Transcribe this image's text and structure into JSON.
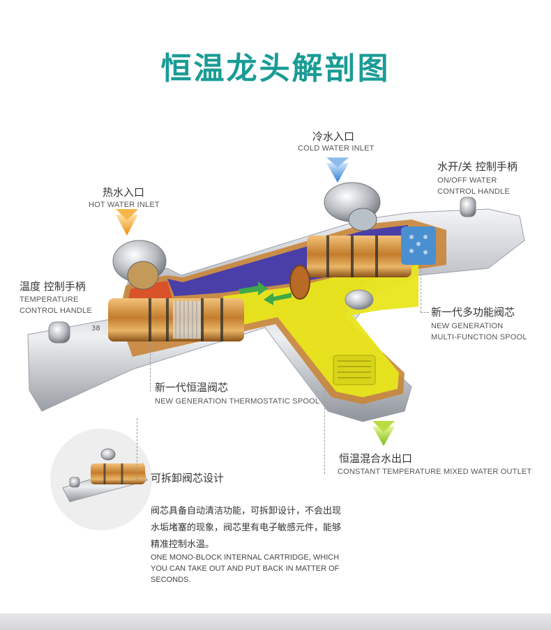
{
  "title": "恒温龙头解剖图",
  "labels": {
    "cold_inlet": {
      "zh": "冷水入口",
      "en": "COLD WATER INLET"
    },
    "hot_inlet": {
      "zh": "热水入口",
      "en": "HOT WATER INLET"
    },
    "onoff": {
      "zh": "水开/关 控制手柄",
      "en1": "ON/OFF WATER",
      "en2": "CONTROL HANDLE"
    },
    "temp": {
      "zh": "温度 控制手柄",
      "en1": "TEMPERATURE",
      "en2": "CONTROL HANDLE"
    },
    "multi_spool": {
      "zh": "新一代多功能阀芯",
      "en1": "NEW GENERATION",
      "en2": "MULTI-FUNCTION SPOOL"
    },
    "thermo_spool": {
      "zh": "新一代恒温阀芯",
      "en": "NEW GENERATION THERMOSTATIC SPOOL"
    },
    "outlet": {
      "zh": "恒温混合水出口",
      "en": "CONSTANT TEMPERATURE MIXED WATER OUTLET"
    },
    "removable": {
      "zh": "可拆卸阀芯设计"
    }
  },
  "dial_value": "38",
  "description": {
    "zh": "阀芯具备自动清洁功能，可拆卸设计，不会出现水垢堵塞的现象，阀芯里有电子敏感元件，能够精准控制水温。",
    "en": "ONE MONO-BLOCK INTERNAL CARTRIDGE, WHICH YOU CAN TAKE OUT AND PUT BACK IN MATTER OF SECONDS."
  },
  "colors": {
    "title": "#1a9c96",
    "cold_arrow": "#2f7fd6",
    "hot_arrow": "#f08a12",
    "outlet_arrow": "#8bc21a",
    "cold_water": "#4a3fa8",
    "mixed_water": "#e8e61c",
    "brass": "#c8853a",
    "chrome": "#c9ccd1",
    "flow_arrow": "#3ea84a"
  }
}
